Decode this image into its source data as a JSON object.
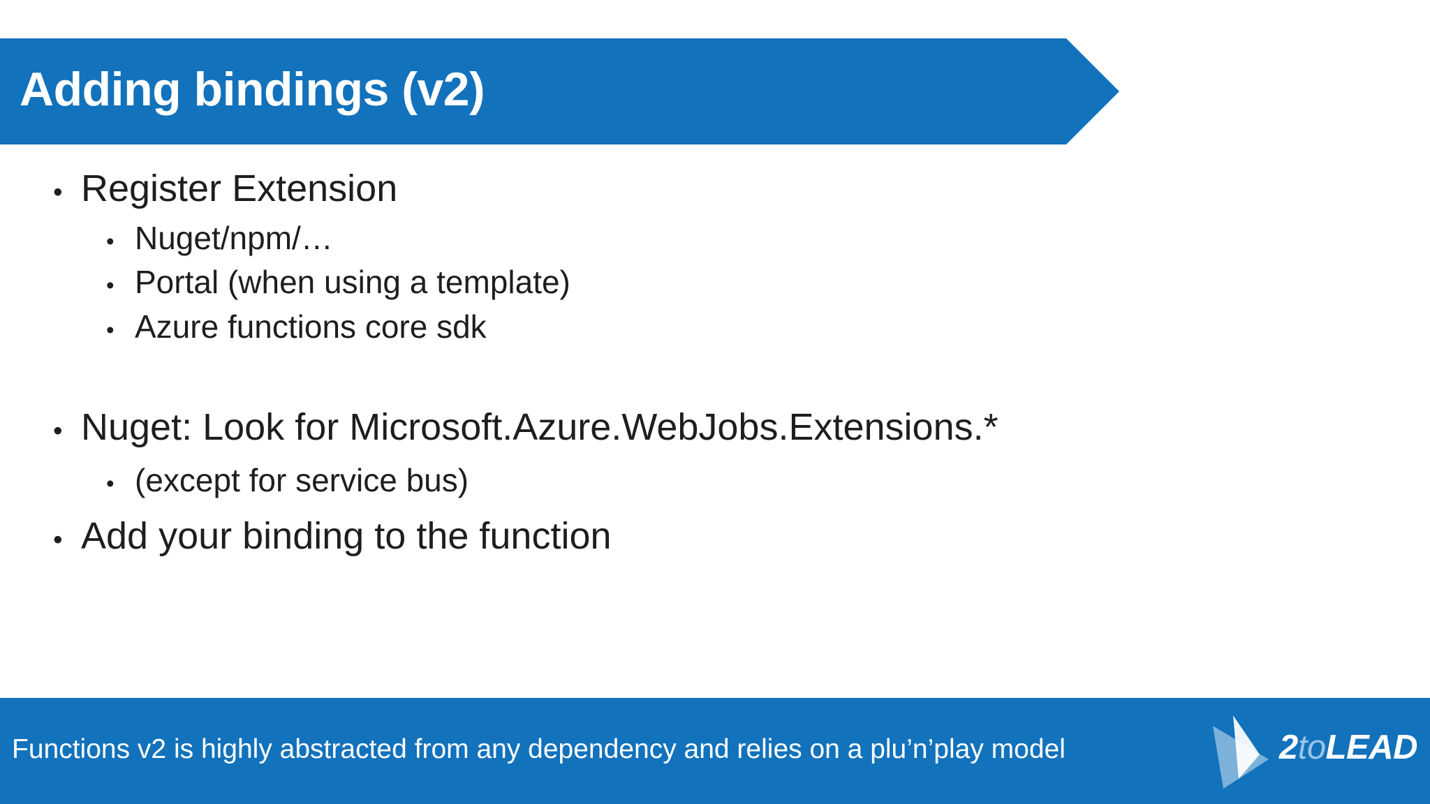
{
  "slide": {
    "title": "Adding bindings (v2)",
    "bullet_char": "•",
    "bullets": [
      {
        "level": 1,
        "text": "Register Extension"
      },
      {
        "level": 2,
        "text": "Nuget/npm/…"
      },
      {
        "level": 2,
        "text": "Portal (when using a template)"
      },
      {
        "level": 2,
        "text": "Azure functions core sdk"
      },
      {
        "level": 1,
        "text": "Nuget: Look for Microsoft.Azure.WebJobs.Extensions.*"
      },
      {
        "level": 2,
        "text": "(except for service bus)"
      },
      {
        "level": 1,
        "text": "Add your binding to the function"
      }
    ],
    "footer": {
      "text": "Functions v2 is highly abstracted from any dependency and relies on a plu’n’play model"
    },
    "logo": {
      "icon": "play-triangles-icon",
      "part1": "2",
      "part2": "to",
      "part3": "LEAD"
    },
    "colors": {
      "accent": "#1272bc",
      "body_text": "#1e1e1e",
      "title_text": "#ffffff",
      "logo_light": "#9cc3e6"
    }
  }
}
